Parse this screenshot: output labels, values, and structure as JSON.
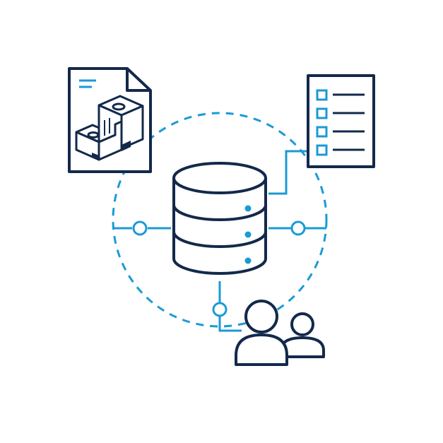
{
  "colors": {
    "background": "#ffffff",
    "navy": "#13294b",
    "accent_blue": "#1a9ad6"
  },
  "diagram": {
    "center": {
      "icon": "database-icon",
      "segments": 3,
      "indicator_dots": 3
    },
    "orbit": {
      "style": "dashed-circle",
      "icon": "dashed-orbit-icon"
    },
    "connectors": [
      {
        "name": "connector-left",
        "icon": "connector-node-icon"
      },
      {
        "name": "connector-right",
        "icon": "connector-node-icon"
      },
      {
        "name": "connector-bottom",
        "icon": "connector-node-icon"
      },
      {
        "name": "connector-checklist",
        "icon": "elbow-line-icon"
      }
    ],
    "satellites": [
      {
        "name": "cad-drawing-document",
        "icon": "cad-document-icon"
      },
      {
        "name": "checklist-document",
        "icon": "checklist-icon",
        "rows": 4
      },
      {
        "name": "users-group",
        "icon": "users-icon",
        "people": 2
      }
    ]
  }
}
